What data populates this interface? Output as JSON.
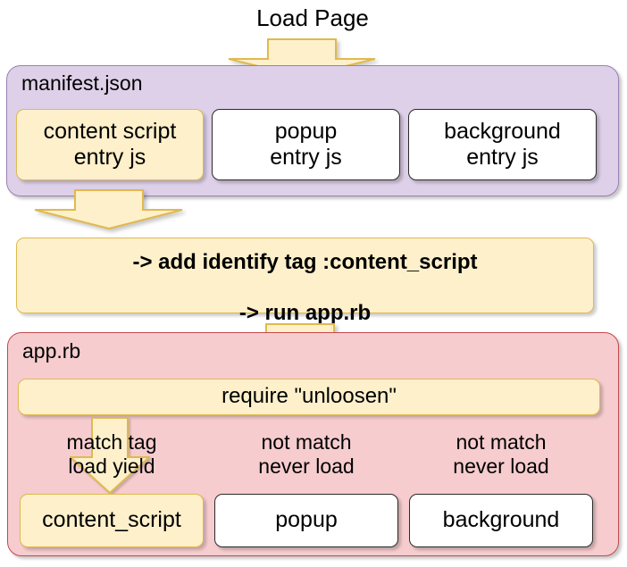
{
  "diagram": {
    "title": "Load Page",
    "flow_steps": {
      "step1_label": "manifest.json",
      "step2_line1_prefix": "-> add identify tag ",
      "step2_line1_bold": ":content_script",
      "step2_line2": "-> run app.rb",
      "step3_label": "app.rb",
      "step3_require": "require \"unloosen\""
    },
    "manifest_entries": [
      {
        "name": "content-script-entry",
        "text": "content script\nentry js",
        "style": "yellow"
      },
      {
        "name": "popup-entry",
        "text": "popup\nentry js",
        "style": "white"
      },
      {
        "name": "background-entry",
        "text": "background\nentry js",
        "style": "white"
      }
    ],
    "app_annotations": [
      {
        "name": "content-script-annotation",
        "text": "match tag\nload yield"
      },
      {
        "name": "popup-annotation",
        "text": "not match\nnever load"
      },
      {
        "name": "background-annotation",
        "text": "not match\nnever load"
      }
    ],
    "app_modules": [
      {
        "name": "content-script-module",
        "text": "content_script",
        "style": "yellow"
      },
      {
        "name": "popup-module",
        "text": "popup",
        "style": "white"
      },
      {
        "name": "background-module",
        "text": "background",
        "style": "white"
      }
    ],
    "arrows": [
      {
        "name": "arrow-load-page-to-manifest"
      },
      {
        "name": "arrow-manifest-to-identify-tag"
      },
      {
        "name": "arrow-identify-tag-to-apprb"
      },
      {
        "name": "arrow-match-tag-to-content-script"
      }
    ],
    "colors": {
      "manifest_container": "#ddd0e8",
      "manifest_border": "#9a80b4",
      "app_container": "#f6ccce",
      "app_border": "#c2494f",
      "highlight_box": "#fdf0cb",
      "highlight_border": "#e0b94f",
      "neutral_box": "#ffffff",
      "neutral_border": "#2b2b2b",
      "text": "#000000"
    }
  }
}
